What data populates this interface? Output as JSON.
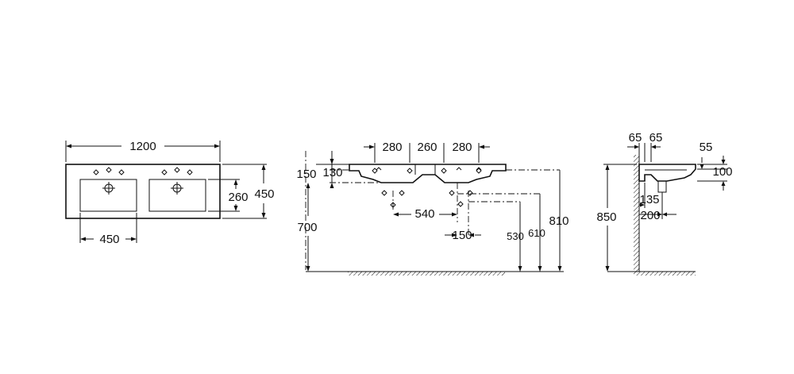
{
  "top_view": {
    "width": "1200",
    "depth": "450",
    "bowl_depth": "260",
    "bowl_spacing": "450"
  },
  "front_view": {
    "tap_spacing_left": "280",
    "tap_spacing_center": "260",
    "tap_spacing_right": "280",
    "rim_thickness": "150",
    "bowl_offset": "130",
    "mounting_height": "700",
    "waste_spacing": "540",
    "waste_offset": "150",
    "height_530": "530",
    "height_610": "610",
    "height_810": "810"
  },
  "side_view": {
    "wall_gap_a": "65",
    "wall_gap_b": "65",
    "rim_height": "55",
    "basin_height": "100",
    "height_850": "850",
    "dist_135": "135",
    "dist_200": "200"
  }
}
